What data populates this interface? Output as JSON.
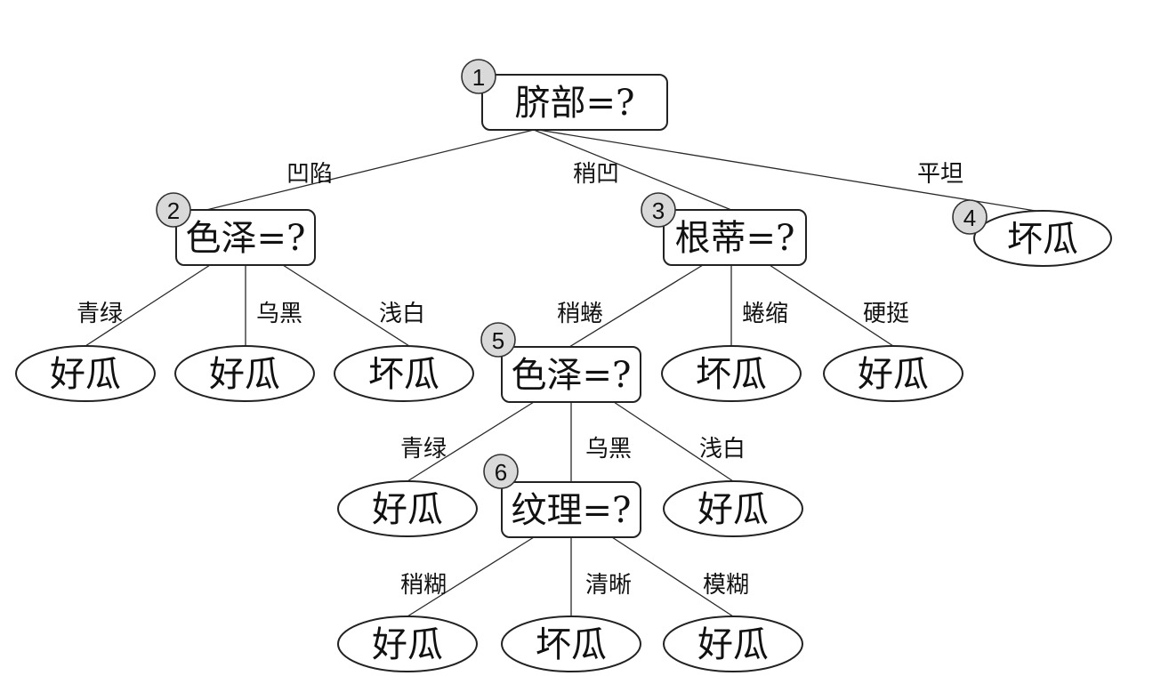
{
  "internal_nodes": [
    {
      "id": "n1",
      "badge": "1",
      "text": "脐部=?"
    },
    {
      "id": "n2",
      "badge": "2",
      "text": "色泽=?"
    },
    {
      "id": "n3",
      "badge": "3",
      "text": "根蒂=?"
    },
    {
      "id": "n5",
      "badge": "5",
      "text": "色泽=?"
    },
    {
      "id": "n6",
      "badge": "6",
      "text": "纹理=?"
    }
  ],
  "leaf_nodes": [
    {
      "id": "n4",
      "badge": "4",
      "text": "坏瓜"
    },
    {
      "id": "l2a",
      "badge": "",
      "text": "好瓜"
    },
    {
      "id": "l2b",
      "badge": "",
      "text": "好瓜"
    },
    {
      "id": "l2c",
      "badge": "",
      "text": "坏瓜"
    },
    {
      "id": "l3b",
      "badge": "",
      "text": "坏瓜"
    },
    {
      "id": "l3c",
      "badge": "",
      "text": "好瓜"
    },
    {
      "id": "l5a",
      "badge": "",
      "text": "好瓜"
    },
    {
      "id": "l5c",
      "badge": "",
      "text": "好瓜"
    },
    {
      "id": "l6a",
      "badge": "",
      "text": "好瓜"
    },
    {
      "id": "l6b",
      "badge": "",
      "text": "坏瓜"
    },
    {
      "id": "l6c",
      "badge": "",
      "text": "好瓜"
    }
  ],
  "edges": [
    {
      "from": "n1",
      "to": "n2",
      "label": "凹陷"
    },
    {
      "from": "n1",
      "to": "n3",
      "label": "稍凹"
    },
    {
      "from": "n1",
      "to": "n4",
      "label": "平坦"
    },
    {
      "from": "n2",
      "to": "l2a",
      "label": "青绿"
    },
    {
      "from": "n2",
      "to": "l2b",
      "label": "乌黑"
    },
    {
      "from": "n2",
      "to": "l2c",
      "label": "浅白"
    },
    {
      "from": "n3",
      "to": "n5",
      "label": "稍蜷"
    },
    {
      "from": "n3",
      "to": "l3b",
      "label": "蜷缩"
    },
    {
      "from": "n3",
      "to": "l3c",
      "label": "硬挺"
    },
    {
      "from": "n5",
      "to": "l5a",
      "label": "青绿"
    },
    {
      "from": "n5",
      "to": "n6",
      "label": "乌黑"
    },
    {
      "from": "n5",
      "to": "l5c",
      "label": "浅白"
    },
    {
      "from": "n6",
      "to": "l6a",
      "label": "稍糊"
    },
    {
      "from": "n6",
      "to": "l6b",
      "label": "清晰"
    },
    {
      "from": "n6",
      "to": "l6c",
      "label": "模糊"
    }
  ]
}
